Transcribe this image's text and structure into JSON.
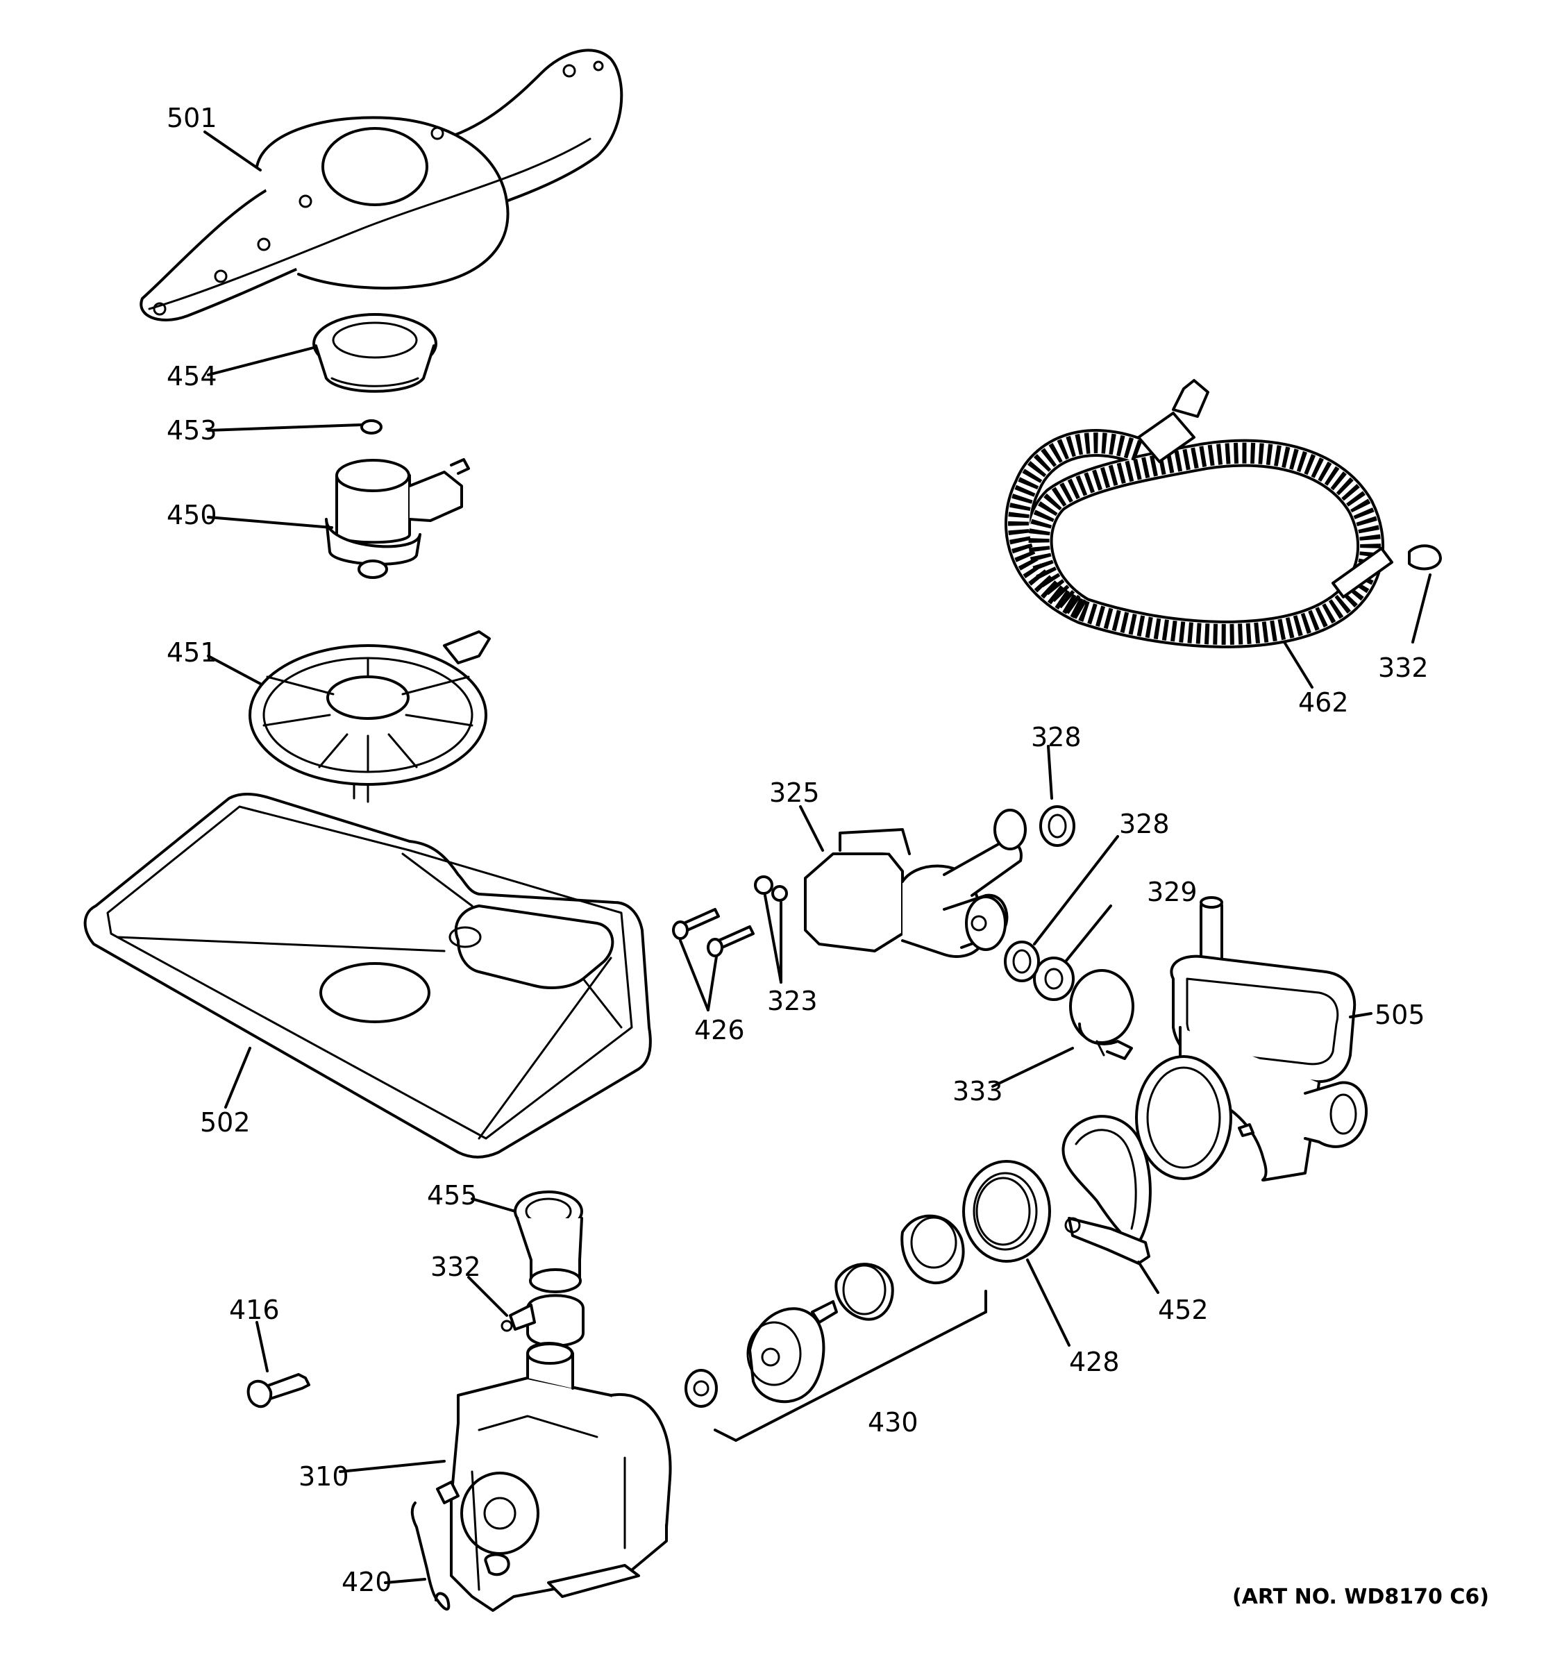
{
  "parts": [
    {
      "id": "501"
    },
    {
      "id": "454"
    },
    {
      "id": "453"
    },
    {
      "id": "450"
    },
    {
      "id": "451"
    },
    {
      "id": "502"
    },
    {
      "id": "455"
    },
    {
      "id": "332"
    },
    {
      "id": "416"
    },
    {
      "id": "310"
    },
    {
      "id": "420"
    },
    {
      "id": "430"
    },
    {
      "id": "428"
    },
    {
      "id": "452"
    },
    {
      "id": "333"
    },
    {
      "id": "505"
    },
    {
      "id": "329"
    },
    {
      "id": "328"
    },
    {
      "id": "325"
    },
    {
      "id": "323"
    },
    {
      "id": "426"
    },
    {
      "id": "462"
    }
  ],
  "labels": {
    "l501": "501",
    "l454": "454",
    "l453": "453",
    "l450": "450",
    "l451": "451",
    "l502": "502",
    "l455": "455",
    "l332a": "332",
    "l416": "416",
    "l310": "310",
    "l420": "420",
    "l430": "430",
    "l428": "428",
    "l452": "452",
    "l333": "333",
    "l505": "505",
    "l329": "329",
    "l328a": "328",
    "l328b": "328",
    "l325": "325",
    "l323": "323",
    "l426": "426",
    "l462": "462",
    "l332b": "332"
  },
  "art_number": "(ART NO. WD8170 C6)"
}
